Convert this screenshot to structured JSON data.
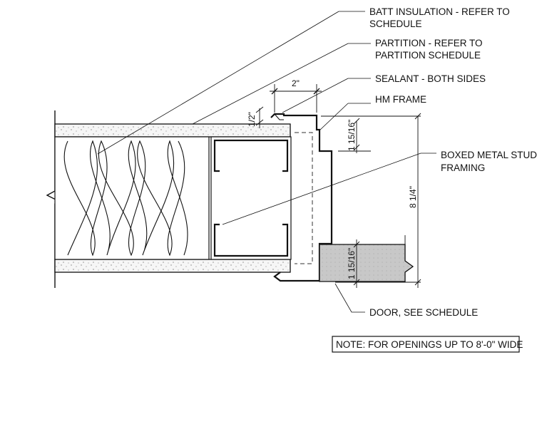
{
  "callouts": {
    "batt_insulation": [
      "BATT INSULATION - REFER TO",
      "SCHEDULE"
    ],
    "partition": [
      "PARTITION - REFER TO",
      "PARTITION SCHEDULE"
    ],
    "sealant": "SEALANT - BOTH SIDES",
    "hm_frame": "HM FRAME",
    "boxed_stud": [
      "BOXED METAL STUD",
      "FRAMING"
    ],
    "door": "DOOR, SEE SCHEDULE"
  },
  "dimensions": {
    "frame_width": "2\"",
    "gap_small": "1/2\"",
    "rabbet_top": "1 15/16\"",
    "rabbet_bottom": "1 15/16\"",
    "jamb_depth": "8 1/4\""
  },
  "note": "NOTE: FOR OPENINGS UP TO 8'-0\" WIDE",
  "colors": {
    "line": "#111111",
    "door_fill": "#c8c8c8",
    "gypsum_fill": "#f4f4f4"
  }
}
